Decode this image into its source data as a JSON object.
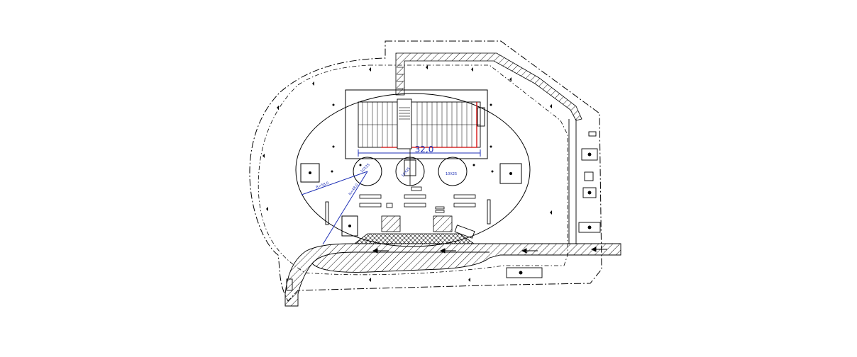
{
  "drawing": {
    "dimension_label": "32,0",
    "radius_label_1": "R=58,0",
    "radius_label_2": "R=48,0",
    "unit_label_1": "10Х25",
    "unit_label_2": "10Х25",
    "unit_label_3": "10Х25"
  },
  "colors": {
    "line": "#000000",
    "dimension": "#1d2fb5",
    "highlight": "#d40000"
  }
}
